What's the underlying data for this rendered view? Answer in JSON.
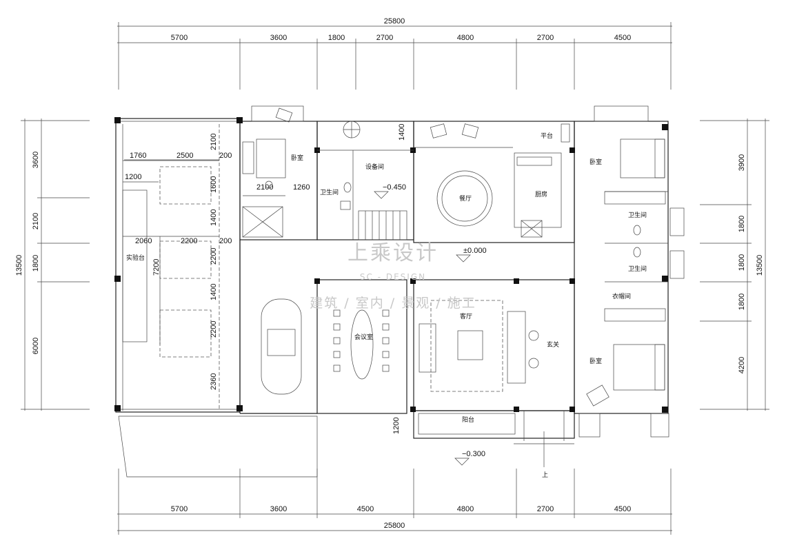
{
  "top_dims": {
    "total": "25800",
    "segments": [
      "5700",
      "3600",
      "1800",
      "2700",
      "4800",
      "2700",
      "4500"
    ]
  },
  "bottom_dims": {
    "total": "25800",
    "segments": [
      "5700",
      "3600",
      "4500",
      "4800",
      "2700",
      "4500"
    ]
  },
  "left_dims": {
    "total": "13500",
    "segments": [
      "3600",
      "2100",
      "1800",
      "6000"
    ]
  },
  "right_dims": {
    "total": "13500",
    "segments": [
      "3900",
      "1800",
      "1800",
      "1800",
      "4200"
    ]
  },
  "interior_dims": {
    "d1760": "1760",
    "d2500": "2500",
    "d2100a": "2100",
    "d200a": "200",
    "d1200": "1200",
    "d1600": "1600",
    "d2100b": "2100",
    "d1260": "1260",
    "d1400a": "1400",
    "d2060": "2060",
    "d2200a": "2200",
    "d200b": "200",
    "d7200": "7200",
    "d2200b": "2200",
    "d1400b": "1400",
    "d2200c": "2200",
    "d2360": "2360",
    "d1400c": "1400",
    "d1200b": "1200"
  },
  "rooms": {
    "bedroom_top_middle": "卧室",
    "bathroom_middle": "卫生间",
    "equipment_room": "设备间",
    "dining_room": "餐厅",
    "kitchen": "厨房",
    "terrace": "平台",
    "bedroom_top_right": "卧室",
    "bathroom_right_1": "卫生间",
    "bathroom_right_2": "卫生间",
    "cloakroom": "衣帽间",
    "bedroom_bottom_right": "卧室",
    "meeting_room": "会议室",
    "living_room": "客厅",
    "foyer": "玄关",
    "balcony": "阳台",
    "training_platform": "实验台"
  },
  "levels": {
    "stair_level": "−0.450",
    "main_level": "±0.000",
    "entry_level": "−0.300",
    "up_label": "上"
  },
  "watermark": {
    "brand": "上乘设计",
    "brand_en": "SC - DESIGN",
    "services": "建筑 / 室内 / 景观 / 施工"
  }
}
